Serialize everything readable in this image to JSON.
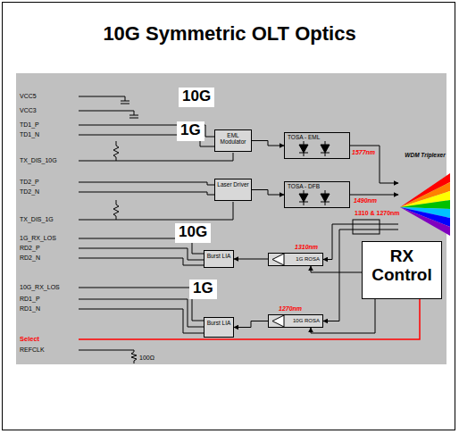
{
  "diagram": {
    "title": "10G Symmetric OLT Optics",
    "nodes": [
      {
        "text": [
          "10G"
        ]
      },
      {
        "text": [
          "1G"
        ]
      },
      {
        "text": [
          "EML Modulator"
        ]
      },
      {
        "text": [
          "Laser Driver"
        ]
      },
      {
        "text": [
          "TOSA - EML"
        ]
      },
      {
        "text": [
          "TOSA - DFB"
        ]
      },
      {
        "text": [
          "WDM Triplexer"
        ]
      },
      {
        "text": [
          "10G"
        ]
      },
      {
        "text": [
          "1G"
        ]
      },
      {
        "text": [
          "RX Control"
        ]
      },
      {
        "text": [
          "Burst LIA"
        ]
      },
      {
        "text": [
          "1G ROSA"
        ]
      },
      {
        "text": [
          "Burst LIA"
        ]
      },
      {
        "text": [
          "10G ROSA"
        ]
      }
    ],
    "edges": [
      {
        "from": 2,
        "to": 4,
        "arrow": "to"
      },
      {
        "from": 3,
        "to": 5,
        "arrow": "to"
      },
      {
        "from": 4,
        "to": 6,
        "arrow": "to",
        "label": "1577nm"
      },
      {
        "from": 5,
        "to": 6,
        "arrow": "to",
        "label": "1490nm"
      },
      {
        "from": 6,
        "to": 11,
        "arrow": "to",
        "label": "1310nm"
      },
      {
        "from": 6,
        "to": 13,
        "arrow": "to",
        "label": "1270nm"
      },
      {
        "from": 11,
        "to": 10,
        "arrow": "to"
      },
      {
        "from": 13,
        "to": 12,
        "arrow": "to"
      },
      {
        "from": 9,
        "to": 11,
        "arrow": "to"
      },
      {
        "from": 9,
        "to": 13,
        "arrow": "to"
      }
    ],
    "labels": [
      "VCC5",
      "VCC3",
      "TD1_P",
      "TD1_N",
      "TX_DIS_10G",
      "TD2_P",
      "TD2_N",
      "TX_DIS_1G",
      "1G_RX_LOS",
      "RD2_P",
      "RD2_N",
      "10G_RX_LOS",
      "RD1_P",
      "RD1_N",
      "Select",
      "REFCLK",
      "100Ω",
      "1310 & 1270nm"
    ]
  }
}
